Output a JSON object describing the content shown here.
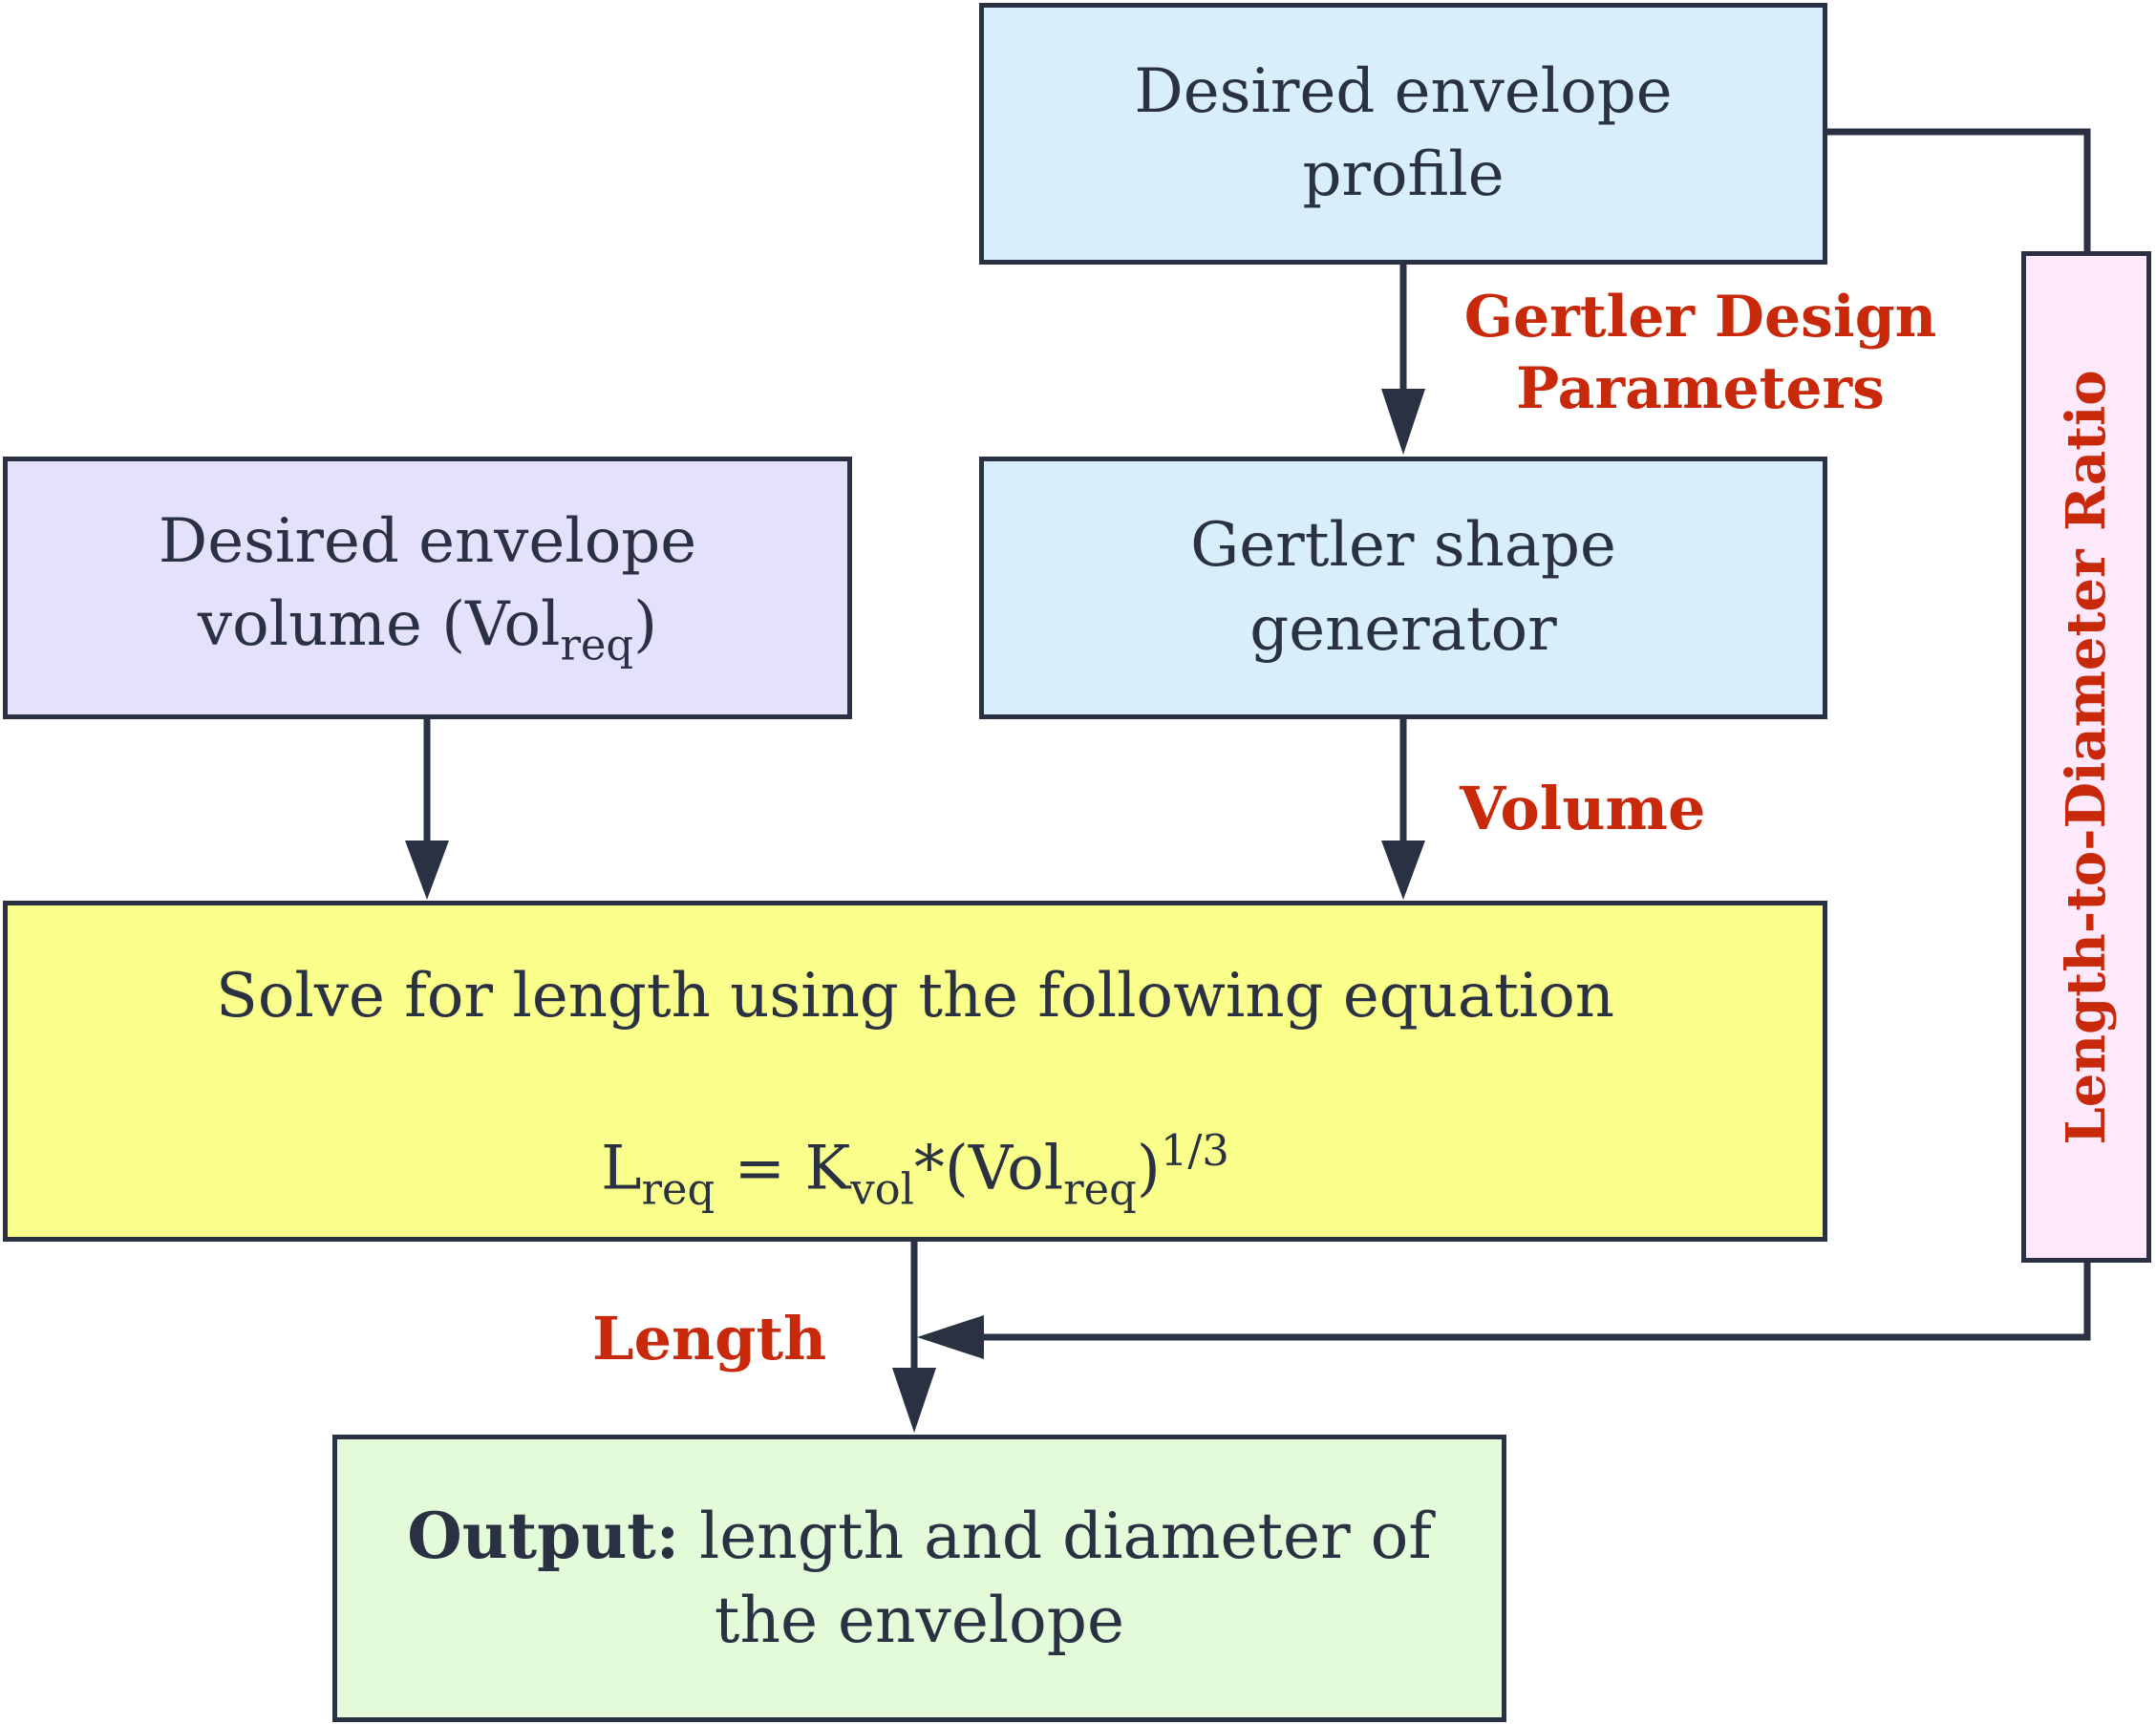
{
  "boxes": {
    "profile": {
      "line1": "Desired envelope",
      "line2": "profile"
    },
    "volume": {
      "line1": "Desired envelope",
      "line2_prefix": "volume (Vol",
      "line2_sub": "req",
      "line2_suffix": ")"
    },
    "gertler": {
      "line1": "Gertler shape",
      "line2": "generator"
    },
    "solve": {
      "title": "Solve for length using the following equation",
      "eq": {
        "L": "L",
        "L_sub": "req",
        "equals_k": " = K",
        "k_sub": "vol",
        "times_vol": "*(Vol",
        "vol_sub": "req",
        "close": ")",
        "exp": "1/3"
      }
    },
    "output": {
      "bold": "Output:",
      "line1_rest": " length and diameter of",
      "line2": "the envelope"
    },
    "ldr": {
      "label": "Length-to-Diameter Ratio"
    }
  },
  "edge_labels": {
    "gertler_params_line1": "Gertler Design",
    "gertler_params_line2": "Parameters",
    "volume": "Volume",
    "length": "Length"
  },
  "colors": {
    "stroke": "#2a3142",
    "label": "#c8290b",
    "profile_fill": "#d8eefb",
    "volume_fill": "#e4e2fb",
    "solve_fill": "#fafe8a",
    "output_fill": "#e3fbd9",
    "ldr_fill": "#fde8fc"
  }
}
